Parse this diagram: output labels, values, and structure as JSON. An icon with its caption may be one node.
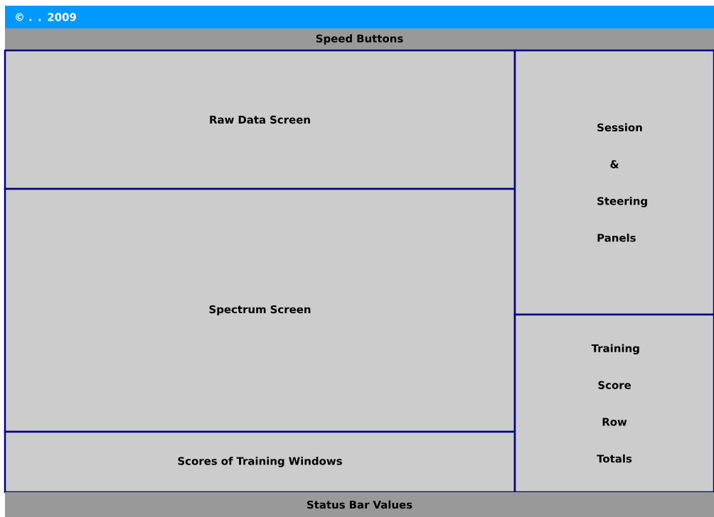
{
  "diagram": {
    "nodes": [
      {
        "text": [
          "© . . 2009"
        ]
      },
      {
        "text": [
          "Speed Buttons"
        ]
      },
      {
        "text": [
          "Raw Data Screen"
        ]
      },
      {
        "text": [
          "Spectrum Screen"
        ]
      },
      {
        "text": [
          "Scores of Training Windows"
        ]
      },
      {
        "text": [
          "Session & Steering Panels"
        ]
      },
      {
        "text": [
          "Training Score Row Totals"
        ]
      },
      {
        "text": [
          "Status Bar Values"
        ]
      }
    ]
  }
}
